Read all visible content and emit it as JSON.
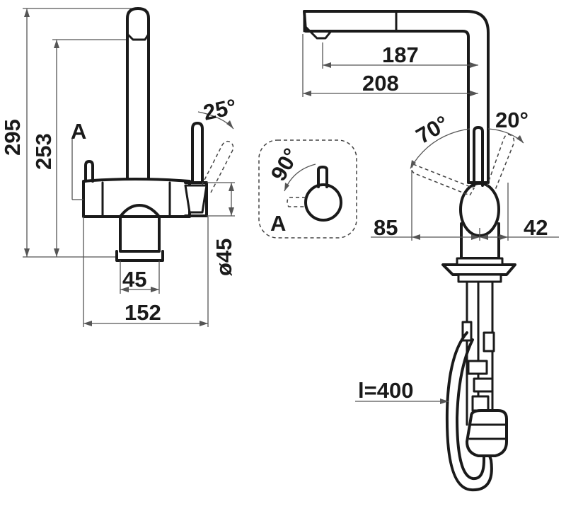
{
  "left_view": {
    "height_total": "295",
    "height_spout": "253",
    "handle_angle": "25°",
    "handle_marker": "A",
    "base_diameter": "ø45",
    "base_width": "45",
    "total_width": "152"
  },
  "detail_view": {
    "rotation_angle": "90°",
    "marker": "A"
  },
  "right_view": {
    "reach_inner": "187",
    "reach_outer": "208",
    "angle_left": "70°",
    "angle_right": "20°",
    "offset_left": "85",
    "offset_right": "42",
    "hose_length": "l=400"
  }
}
